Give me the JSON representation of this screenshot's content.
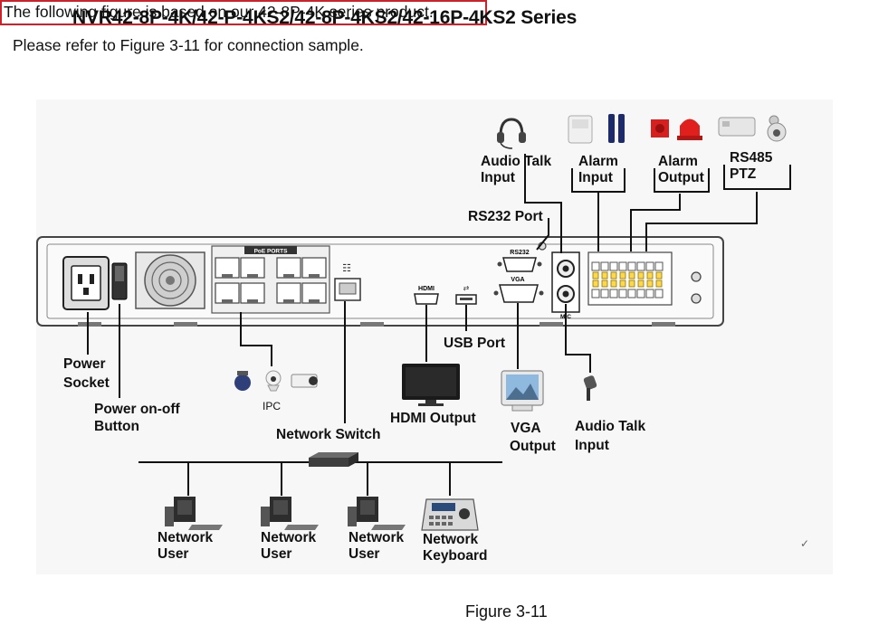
{
  "header": {
    "title": "NVR42-8P-4K/42-P-4KS2/42-8P-4KS2/42-16P-4KS2 Series",
    "reference": "Please refer to Figure 3-11 for connection sample.",
    "note": "The following figure is based on our 42-8P-4K series product."
  },
  "device": {
    "poe_ports_label": "PoE PORTS",
    "rs232_port_label": "RS232",
    "vga_port_label": "VGA",
    "hdmi_port_label": "HDMI",
    "mic_label": "MIC"
  },
  "labels": {
    "audio_talk_input_top": [
      "Audio Talk",
      "Input"
    ],
    "alarm_input": [
      "Alarm",
      "Input"
    ],
    "alarm_output": [
      "Alarm",
      "Output"
    ],
    "rs485_ptz": [
      "RS485",
      "PTZ"
    ],
    "rs232_port": "RS232 Port",
    "usb_port": "USB Port",
    "power_socket": [
      "Power",
      "Socket"
    ],
    "power_button": [
      "Power on-off",
      "Button"
    ],
    "ipc": "IPC",
    "network_switch": "Network Switch",
    "hdmi_output": "HDMI Output",
    "vga_output": [
      "VGA",
      "Output"
    ],
    "audio_talk_input_bottom": [
      "Audio Talk",
      "Input"
    ],
    "network_user_1": [
      "Network",
      "User"
    ],
    "network_user_2": [
      "Network",
      "User"
    ],
    "network_user_3": [
      "Network",
      "User"
    ],
    "network_keyboard": [
      "Network",
      "Keyboard"
    ]
  },
  "caption": "Figure 3-11",
  "colors": {
    "highlight_border": "#d2202a",
    "line": "#111111",
    "device_border": "#444444",
    "panel": "#f4f4f4"
  },
  "icons": [
    "headset-icon",
    "alarm-sensor-icon",
    "alarm-siren-icon",
    "ptz-camera-icon",
    "ip-camera-icon",
    "monitor-icon",
    "microphone-icon",
    "network-switch-icon",
    "computer-icon",
    "keyboard-icon"
  ]
}
